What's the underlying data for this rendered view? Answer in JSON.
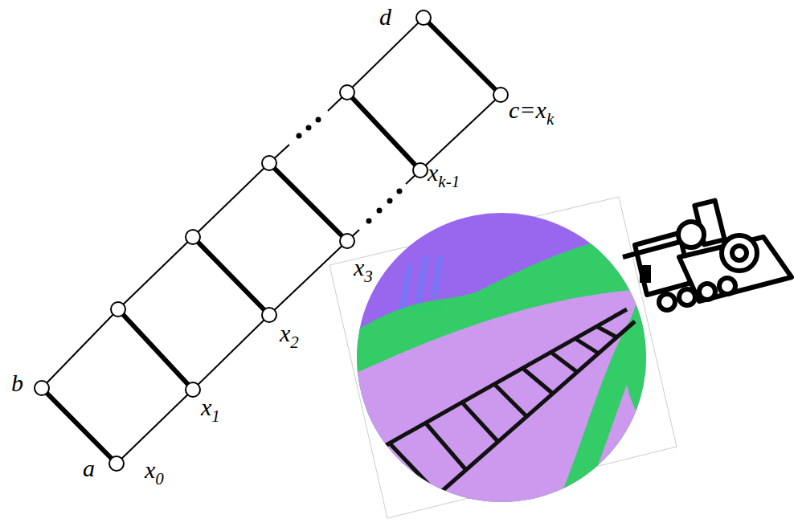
{
  "diagram": {
    "labels": [
      "d",
      "c=xk",
      "xk-1",
      "x3",
      "x2",
      "b",
      "x1",
      "a",
      "x0"
    ]
  }
}
